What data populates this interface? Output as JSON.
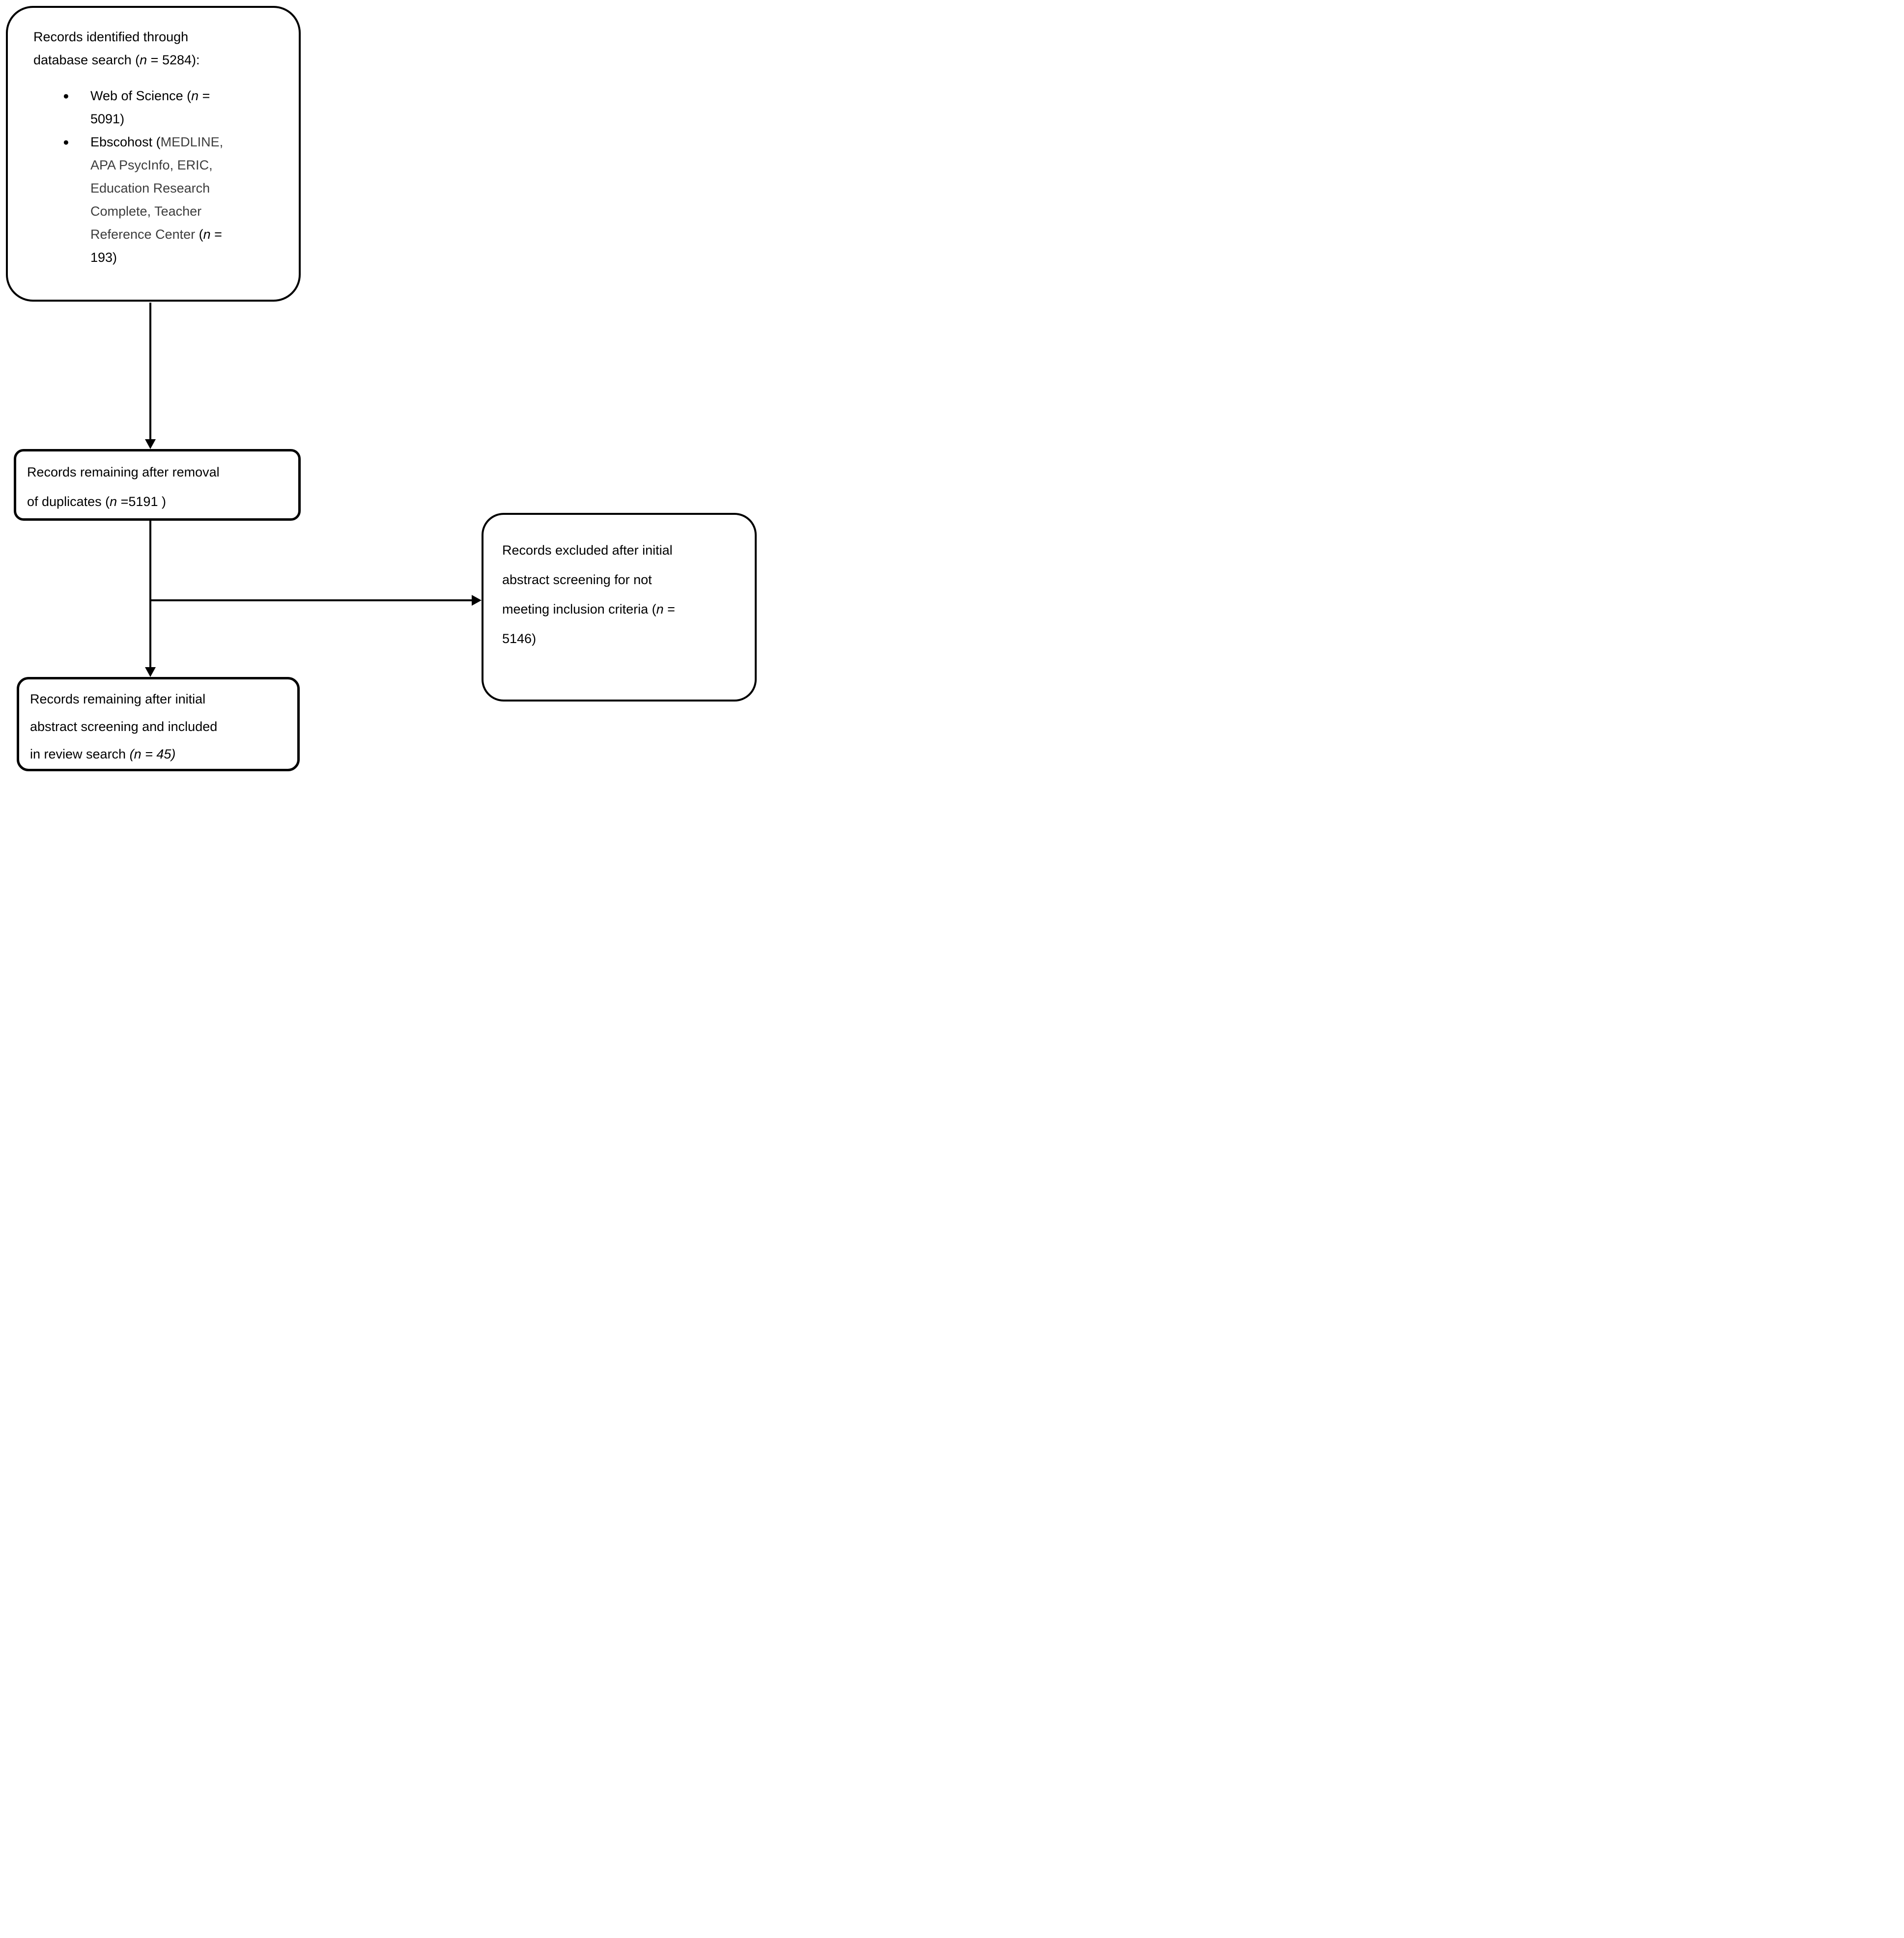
{
  "figure": {
    "background": "#ffffff",
    "text_color": "#000000",
    "muted_color": "#3d3d3d",
    "line_color": "#000000",
    "bullet_glyph": "●"
  },
  "boxes": {
    "identified": {
      "title_runs": [
        {
          "t": "Records identified through"
        },
        {
          "br": true
        },
        {
          "t": "database search ("
        },
        {
          "t": "n",
          "i": true
        },
        {
          "t": " = 5284):"
        }
      ],
      "bullets": [
        {
          "runs": [
            {
              "t": "Web of Science ("
            },
            {
              "t": "n",
              "i": true
            },
            {
              "t": " ="
            },
            {
              "br": true
            },
            {
              "t": "5091)"
            }
          ]
        },
        {
          "runs": [
            {
              "t": "Ebscohost ("
            },
            {
              "t": "MEDLINE,",
              "c": "muted"
            },
            {
              "br": true
            },
            {
              "t": "APA PsycInfo, ERIC,",
              "c": "muted"
            },
            {
              "br": true
            },
            {
              "t": "Education Research",
              "c": "muted"
            },
            {
              "br": true
            },
            {
              "t": "Complete, Teacher",
              "c": "muted"
            },
            {
              "br": true
            },
            {
              "t": "Reference Center ",
              "c": "muted"
            },
            {
              "t": "("
            },
            {
              "t": "n",
              "i": true
            },
            {
              "t": " ="
            },
            {
              "br": true
            },
            {
              "t": "193)"
            }
          ]
        }
      ]
    },
    "deduplicated": {
      "runs": [
        {
          "t": "Records remaining after removal"
        },
        {
          "br": true
        },
        {
          "t": "of duplicates ("
        },
        {
          "t": "n",
          "i": true
        },
        {
          "t": " =5191 )"
        }
      ]
    },
    "excluded": {
      "runs": [
        {
          "t": "Records excluded after initial"
        },
        {
          "br": true
        },
        {
          "t": "abstract screening for not"
        },
        {
          "br": true
        },
        {
          "t": "meeting inclusion criteria ("
        },
        {
          "t": "n",
          "i": true
        },
        {
          "t": " ="
        },
        {
          "br": true
        },
        {
          "t": "5146)"
        }
      ]
    },
    "included": {
      "runs": [
        {
          "t": "Records remaining after initial"
        },
        {
          "br": true
        },
        {
          "t": "abstract screening and included"
        },
        {
          "br": true
        },
        {
          "t": "in review search "
        },
        {
          "t": "(n = 45)",
          "i": true
        }
      ]
    }
  }
}
